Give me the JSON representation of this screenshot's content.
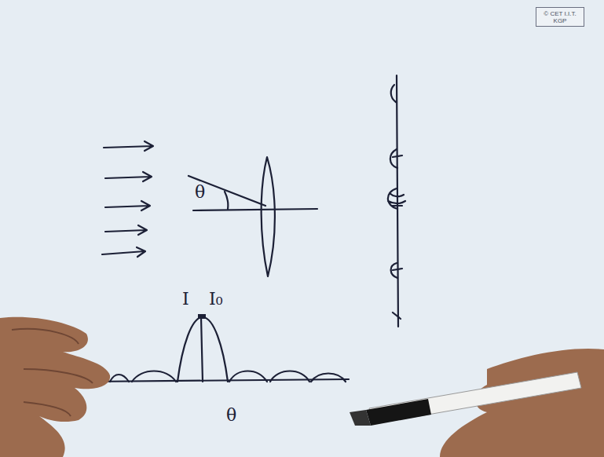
{
  "diagram": {
    "nodes": [
      {
        "text": [
          "© CET I.I.T. KGP"
        ]
      }
    ],
    "labels": [
      "θ",
      "I",
      "I₀",
      "θ"
    ]
  }
}
